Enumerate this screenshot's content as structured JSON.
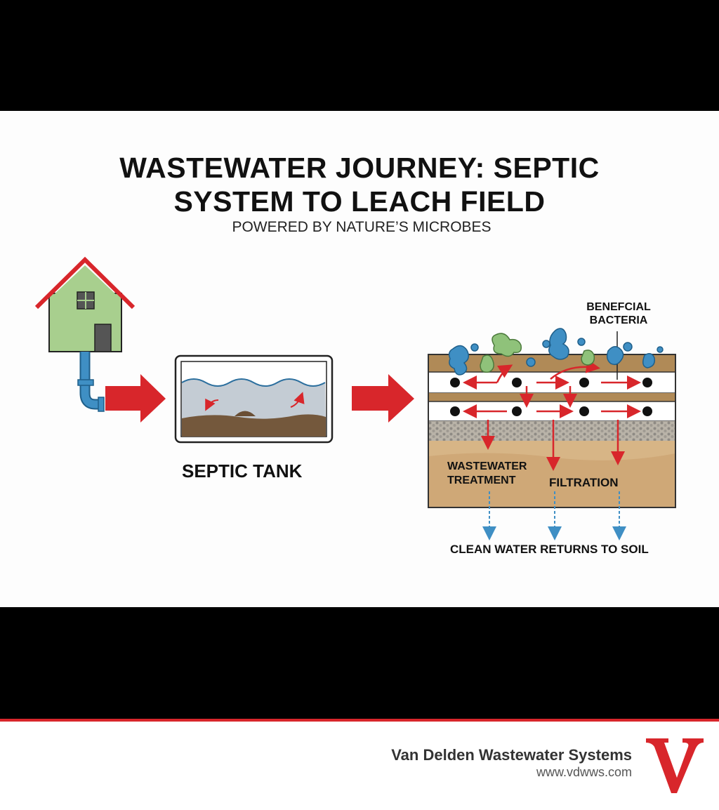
{
  "title_line1": "WASTEWATER JOURNEY: SEPTIC",
  "title_line2": "SYSTEM TO LEACH FIELD",
  "subtitle": "POWERED BY NATURE’S MICROBES",
  "labels": {
    "septic_tank": "SEPTIC TANK",
    "beneficial_line1": "BENEFCIAL",
    "beneficial_line2": "BACTERIA",
    "treatment_line1": "WASTEWATER",
    "treatment_line2": "TREATMENT",
    "filtration": "FILTRATION",
    "clean_water": "CLEAN WATER RETURNS TO SOIL"
  },
  "footer": {
    "brand": "Van Delden Wastewater Systems",
    "url": "www.vdwws.com"
  },
  "icons": [
    "house-icon",
    "pipe-icon",
    "flow-arrow-icon",
    "septic-tank-icon",
    "leach-field-icon",
    "bacteria-icon",
    "logo-v-icon"
  ],
  "colors": {
    "accent_red": "#d8262b",
    "house_green": "#a8cf8e",
    "water_blue": "#3f8fc4",
    "soil_brown": "#c9a46c"
  }
}
